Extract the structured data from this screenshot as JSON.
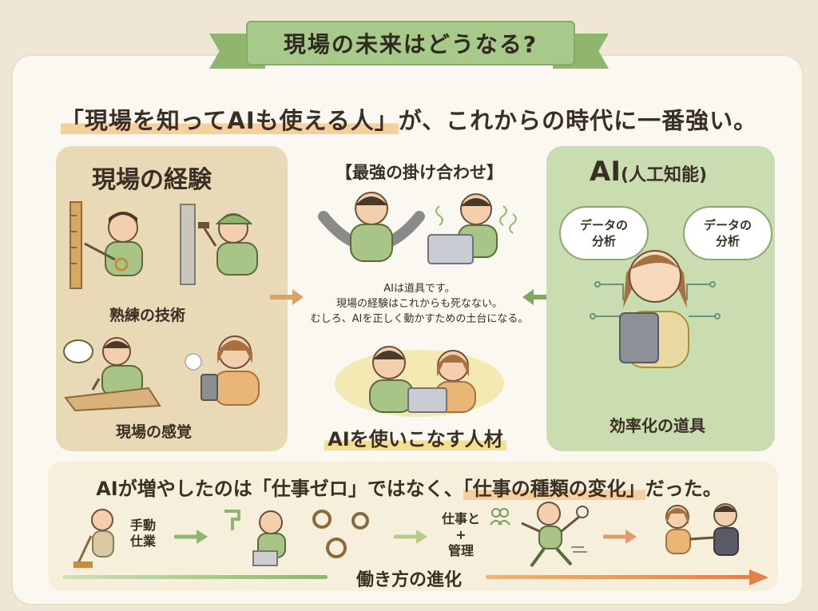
{
  "banner": {
    "title": "現場の未来はどうなる?"
  },
  "headline": {
    "highlight": "「現場を知ってAIも使える人」",
    "rest": "が、これからの時代に一番強い。"
  },
  "left_panel": {
    "title": "現場の経験",
    "caption_skill": "熟練の技術",
    "caption_sense": "現場の感覚"
  },
  "center": {
    "title": "【最強の掛け合わせ】",
    "lines": [
      "AIは道具です。",
      "現場の経験はこれからも死なない。",
      "むしろ、AIを正しく動かすための土台になる。"
    ],
    "caption": "AIを使いこなす人材"
  },
  "right_panel": {
    "title_main": "AI",
    "title_sub": "(人工知能)",
    "bubble_left": [
      "データの",
      "分析"
    ],
    "bubble_right": [
      "データの",
      "分析"
    ],
    "caption": "効率化の道具"
  },
  "bottom": {
    "title_pre": "AIが増やしたのは「仕事ゼロ」ではなく、",
    "title_highlight": "「仕事の種類の変化」",
    "title_post": "だった。",
    "step1": [
      "手動",
      "仕業"
    ],
    "step3": [
      "仕事と",
      "+",
      "管理"
    ],
    "evolution": "働き方の進化"
  },
  "colors": {
    "background": "#efe6d6",
    "ribbon": "#a7c98a",
    "left_panel": "#ead9b6",
    "right_panel": "#c9ddb1",
    "highlight_orange": "#f6cf9d",
    "highlight_yellow": "#f3e08f"
  }
}
